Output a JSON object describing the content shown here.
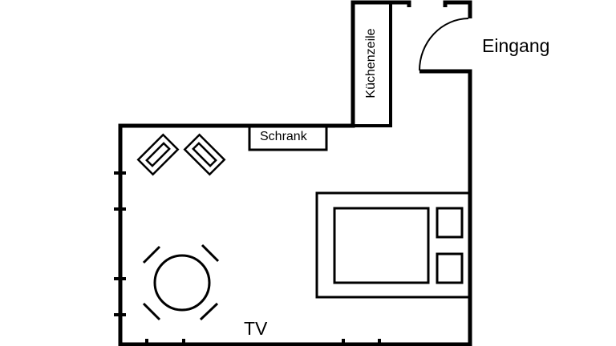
{
  "labels": {
    "entrance": "Eingang",
    "kitchen": "Küchenzeile",
    "wardrobe": "Schrank",
    "tv": "TV"
  },
  "colors": {
    "line": "#000000",
    "background": "#ffffff"
  }
}
